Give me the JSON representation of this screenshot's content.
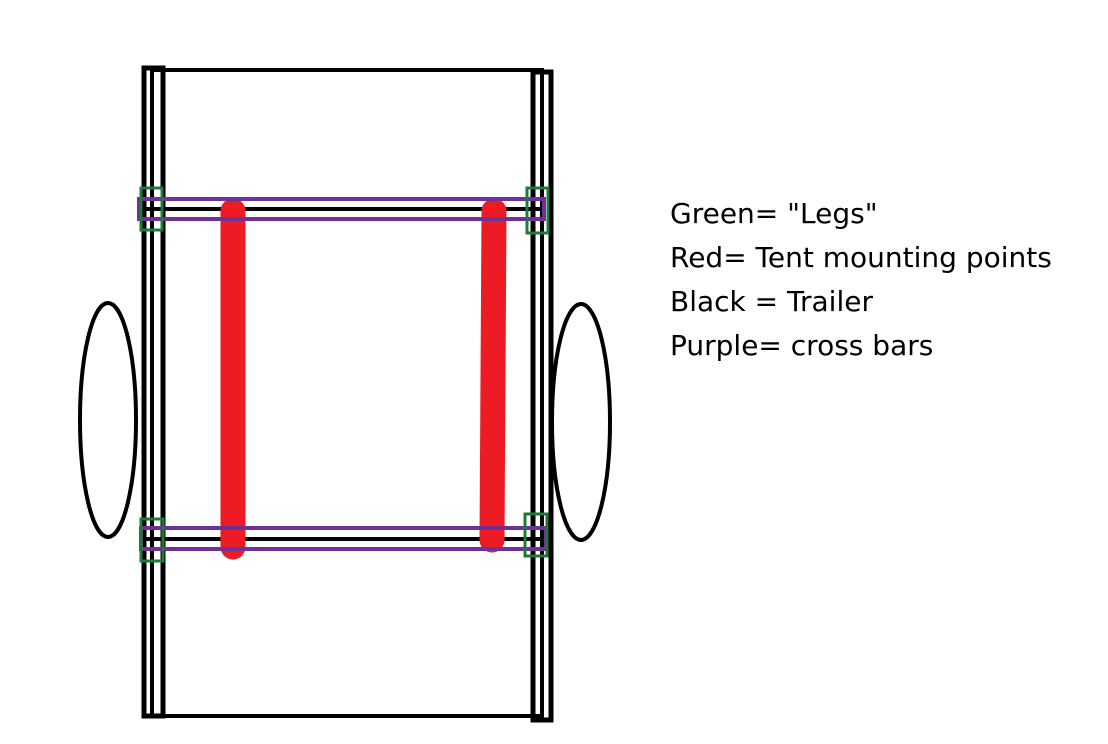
{
  "legend": {
    "green": "Green= \"Legs\"",
    "red": "Red= Tent mounting points",
    "black": "Black = Trailer",
    "purple": "Purple= cross bars"
  },
  "colors": {
    "trailer": "#000000",
    "legs": "#1f7a3a",
    "tent_mounts": "#ed1c24",
    "cross_bars": "#6f3198",
    "background": "#ffffff"
  }
}
